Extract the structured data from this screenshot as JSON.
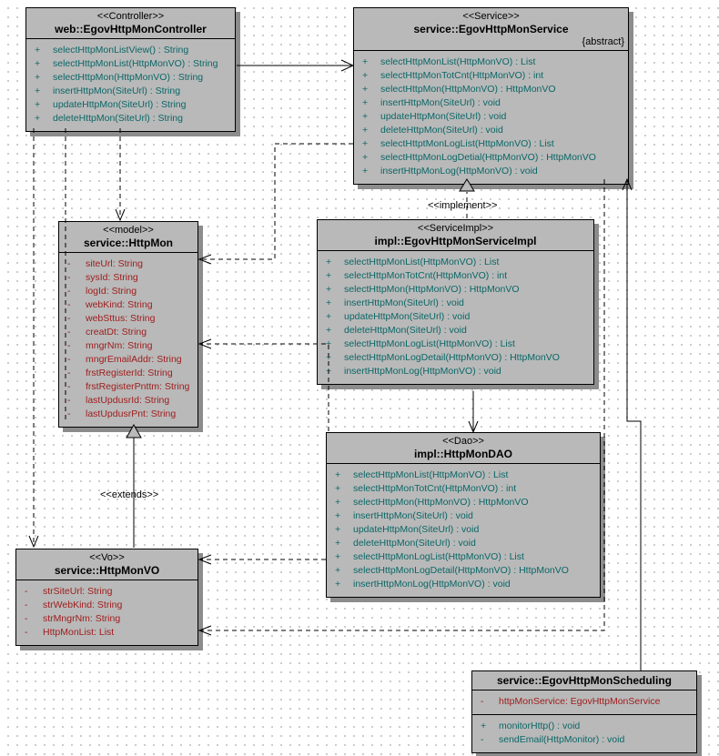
{
  "labels": {
    "implement": "<<implement>>",
    "extends": "<<extends>>"
  },
  "colors": {
    "box_fill": "#b9b9b9",
    "box_border": "#000000",
    "box_shadow": "#8c8c8c",
    "attribute_text": "#9e1b1b",
    "method_text": "#0b6666",
    "label_text": "#000000",
    "grid_dot": "#c8c8c8",
    "background": "#ffffff"
  },
  "classes": {
    "controller": {
      "stereotype": "<<Controller>>",
      "name": "web::EgovHttpMonController",
      "methods": [
        {
          "vis": "+",
          "text": "selectHttpMonListView() : String"
        },
        {
          "vis": "+",
          "text": "selectHttpMonList(HttpMonVO) : String"
        },
        {
          "vis": "+",
          "text": "selectHttpMon(HttpMonVO) : String"
        },
        {
          "vis": "+",
          "text": "insertHttpMon(SiteUrl) : String"
        },
        {
          "vis": "+",
          "text": "updateHttpMon(SiteUrl) : String"
        },
        {
          "vis": "+",
          "text": "deleteHttpMon(SiteUrl) : String"
        }
      ]
    },
    "service": {
      "stereotype": "<<Service>>",
      "name": "service::EgovHttpMonService",
      "abstract_tag": "{abstract}",
      "methods": [
        {
          "vis": "+",
          "text": "selectHttpMonList(HttpMonVO) : List"
        },
        {
          "vis": "+",
          "text": "selectHttpMonTotCnt(HttpMonVO) : int"
        },
        {
          "vis": "+",
          "text": "selectHttpMon(HttpMonVO) : HttpMonVO"
        },
        {
          "vis": "+",
          "text": "insertHttpMon(SiteUrl) : void"
        },
        {
          "vis": "+",
          "text": "updateHttpMon(SiteUrl) : void"
        },
        {
          "vis": "+",
          "text": "deleteHttpMon(SiteUrl) : void"
        },
        {
          "vis": "+",
          "text": "selectHttptMonLogList(HttpMonVO) : List"
        },
        {
          "vis": "+",
          "text": "selectHttpMonLogDetial(HttpMonVO) : HttpMonVO"
        },
        {
          "vis": "+",
          "text": "insertHttpMonLog(HttpMonVO) : void"
        }
      ]
    },
    "httpmon": {
      "stereotype": "<<model>>",
      "name": "service::HttpMon",
      "attributes": [
        {
          "vis": "-",
          "text": "siteUrl: String"
        },
        {
          "vis": "-",
          "text": "sysId: String"
        },
        {
          "vis": "-",
          "text": "logId: String"
        },
        {
          "vis": "-",
          "text": "webKind: String"
        },
        {
          "vis": "-",
          "text": "webSttus: String"
        },
        {
          "vis": "-",
          "text": "creatDt: String"
        },
        {
          "vis": "-",
          "text": "mngrNm: String"
        },
        {
          "vis": "-",
          "text": "mngrEmailAddr: String"
        },
        {
          "vis": "-",
          "text": "frstRegisterId: String"
        },
        {
          "vis": "-",
          "text": "frstRegisterPnttm: String"
        },
        {
          "vis": "-",
          "text": "lastUpdusrId: String"
        },
        {
          "vis": "-",
          "text": "lastUpdusrPnt: String"
        }
      ]
    },
    "serviceimpl": {
      "stereotype": "<<ServiceImpl>>",
      "name": "impl::EgovHttpMonServiceImpl",
      "methods": [
        {
          "vis": "+",
          "text": "selectHttpMonList(HttpMonVO) : List"
        },
        {
          "vis": "+",
          "text": "selectHttpMonTotCnt(HttpMonVO) : int"
        },
        {
          "vis": "+",
          "text": "selectHttpMon(HttpMonVO) : HttpMonVO"
        },
        {
          "vis": "+",
          "text": "insertHttpMon(SiteUrl) : void"
        },
        {
          "vis": "+",
          "text": "updateHttpMon(SiteUrl) : void"
        },
        {
          "vis": "+",
          "text": "deleteHttpMon(SiteUrl) : void"
        },
        {
          "vis": "+",
          "text": "selectHttpMonLogList(HttpMonVO) : List"
        },
        {
          "vis": "+",
          "text": "selectHttpMonLogDetail(HttpMonVO) : HttpMonVO"
        },
        {
          "vis": "+",
          "text": "insertHttpMonLog(HttpMonVO) : void"
        }
      ]
    },
    "dao": {
      "stereotype": "<<Dao>>",
      "name": "impl::HttpMonDAO",
      "methods": [
        {
          "vis": "+",
          "text": "selectHttpMonList(HttpMonVO) : List"
        },
        {
          "vis": "+",
          "text": "selectHttpMonTotCnt(HttpMonVO) : int"
        },
        {
          "vis": "+",
          "text": "selectHttpMon(HttpMonVO) : HttpMonVO"
        },
        {
          "vis": "+",
          "text": "insertHttpMon(SiteUrl) : void"
        },
        {
          "vis": "+",
          "text": "updateHttpMon(SiteUrl) : void"
        },
        {
          "vis": "+",
          "text": "deleteHttpMon(SiteUrl) : void"
        },
        {
          "vis": "+",
          "text": "selectHttpMonLogList(HttpMonVO) : List"
        },
        {
          "vis": "+",
          "text": "selectHttpMonLogDetail(HttpMonVO) : HttpMonVO"
        },
        {
          "vis": "+",
          "text": "insertHttpMonLog(HttpMonVO) : void"
        }
      ]
    },
    "vo": {
      "stereotype": "<<Vo>>",
      "name": "service::HttpMonVO",
      "attributes": [
        {
          "vis": "-",
          "text": "strSiteUrl: String"
        },
        {
          "vis": "-",
          "text": "strWebKind: String"
        },
        {
          "vis": "-",
          "text": "strMngrNm: String"
        },
        {
          "vis": "-",
          "text": "HttpMonList: List"
        }
      ]
    },
    "scheduling": {
      "name": "service::EgovHttpMonScheduling",
      "attributes": [
        {
          "vis": "-",
          "text": "httpMonService: EgovHttpMonService"
        }
      ],
      "methods": [
        {
          "vis": "+",
          "text": "monitorHttp() : void"
        },
        {
          "vis": "-",
          "text": "sendEmail(HttpMonitor) : void"
        }
      ]
    }
  },
  "relationships": [
    {
      "from": "web::EgovHttpMonController",
      "to": "service::EgovHttpMonService",
      "type": "association-arrow"
    },
    {
      "from": "web::EgovHttpMonController",
      "to": "service::HttpMon",
      "type": "dependency"
    },
    {
      "from": "web::EgovHttpMonController",
      "to": "service::HttpMonVO",
      "type": "dependency"
    },
    {
      "from": "service::EgovHttpMonService",
      "to": "service::HttpMon",
      "type": "dependency"
    },
    {
      "from": "service::EgovHttpMonService",
      "to": "service::HttpMonVO",
      "type": "dependency"
    },
    {
      "from": "impl::EgovHttpMonServiceImpl",
      "to": "service::EgovHttpMonService",
      "type": "realization",
      "label": "<<implement>>"
    },
    {
      "from": "impl::EgovHttpMonServiceImpl",
      "to": "impl::HttpMonDAO",
      "type": "association-arrow"
    },
    {
      "from": "impl::HttpMonDAO",
      "to": "service::HttpMon",
      "type": "dependency"
    },
    {
      "from": "impl::HttpMonDAO",
      "to": "service::HttpMonVO",
      "type": "dependency"
    },
    {
      "from": "service::HttpMonVO",
      "to": "service::HttpMon",
      "type": "generalization",
      "label": "<<extends>>"
    },
    {
      "from": "service::EgovHttpMonScheduling",
      "to": "service::EgovHttpMonService",
      "type": "association-arrow"
    }
  ]
}
